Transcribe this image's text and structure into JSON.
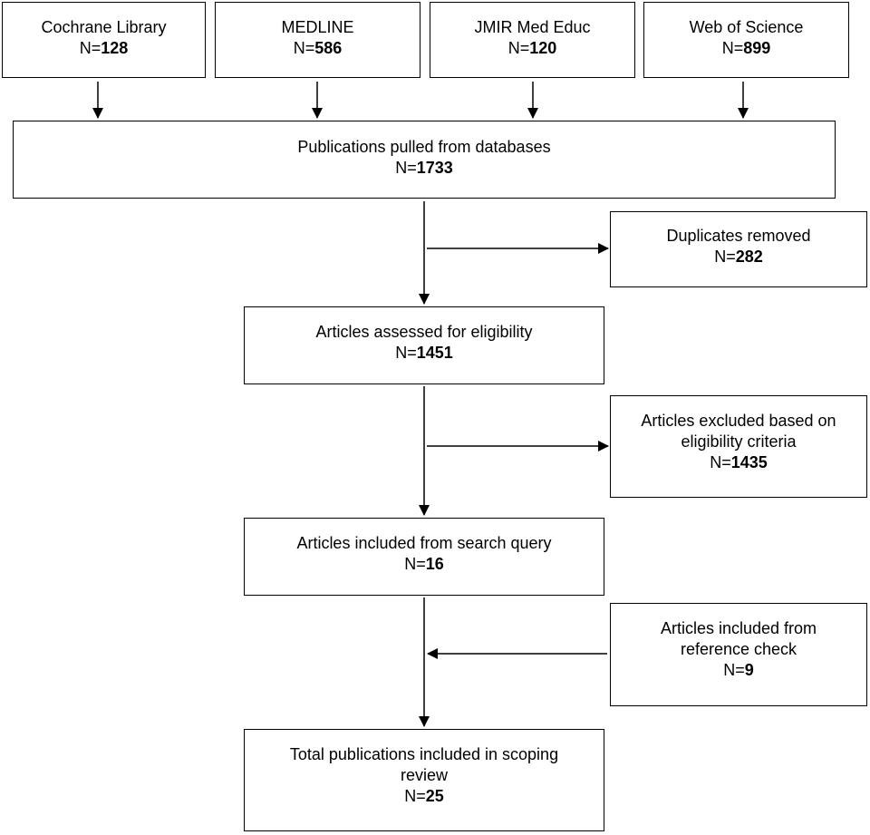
{
  "count_prefix": "N=",
  "sources": [
    {
      "name": "Cochrane Library",
      "count": "128"
    },
    {
      "name": "MEDLINE",
      "count": "586"
    },
    {
      "name": "JMIR Med Educ",
      "count": "120"
    },
    {
      "name": "Web of Science",
      "count": "899"
    }
  ],
  "pulled": {
    "label": "Publications pulled from databases",
    "count": "1733"
  },
  "duplicates": {
    "label": "Duplicates removed",
    "count": "282"
  },
  "assessed": {
    "label": "Articles assessed for eligibility",
    "count": "1451"
  },
  "excluded": {
    "label_line1": "Articles excluded based on",
    "label_line2": "eligibility criteria",
    "count": "1435"
  },
  "included_search": {
    "label": "Articles included from search query",
    "count": "16"
  },
  "included_reference": {
    "label_line1": "Articles included from",
    "label_line2": "reference check",
    "count": "9"
  },
  "total": {
    "label_line1": "Total publications included in scoping",
    "label_line2": "review",
    "count": "25"
  }
}
